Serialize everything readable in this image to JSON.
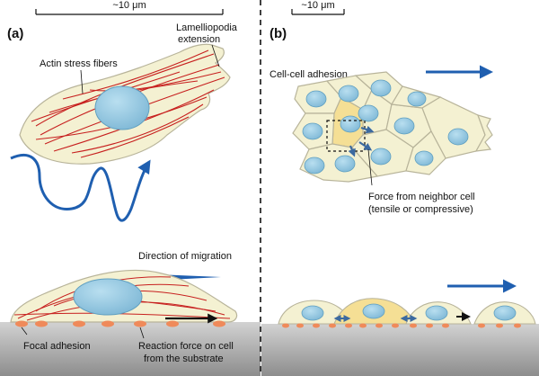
{
  "panel_a": {
    "label": "(a)",
    "scale_bar": "~10 μm",
    "lamellipodia_line1": "Lamelliopodia",
    "lamellipodia_line2": "extension",
    "actin_label": "Actin stress fibers",
    "direction_label": "Direction of migration",
    "focal_label": "Focal adhesion",
    "reaction_line1": "Reaction force on cell",
    "reaction_line2": "from the substrate"
  },
  "panel_b": {
    "label": "(b)",
    "scale_bar": "~10 μm",
    "adhesion_label": "Cell-cell adhesion",
    "force_line1": "Force from neighbor cell",
    "force_line2": "(tensile or compressive)"
  },
  "colors": {
    "cell_fill": "#f4f1d2",
    "cell_stroke": "#b8b49a",
    "nucleus": "#8ec4de",
    "nucleus_stroke": "#5f9fc0",
    "fiber": "#c7201f",
    "arrow_blue": "#1f5fb0",
    "focal": "#ef8a5a",
    "substrate": "#8c8c8c",
    "highlight_cell": "#f5df95"
  }
}
